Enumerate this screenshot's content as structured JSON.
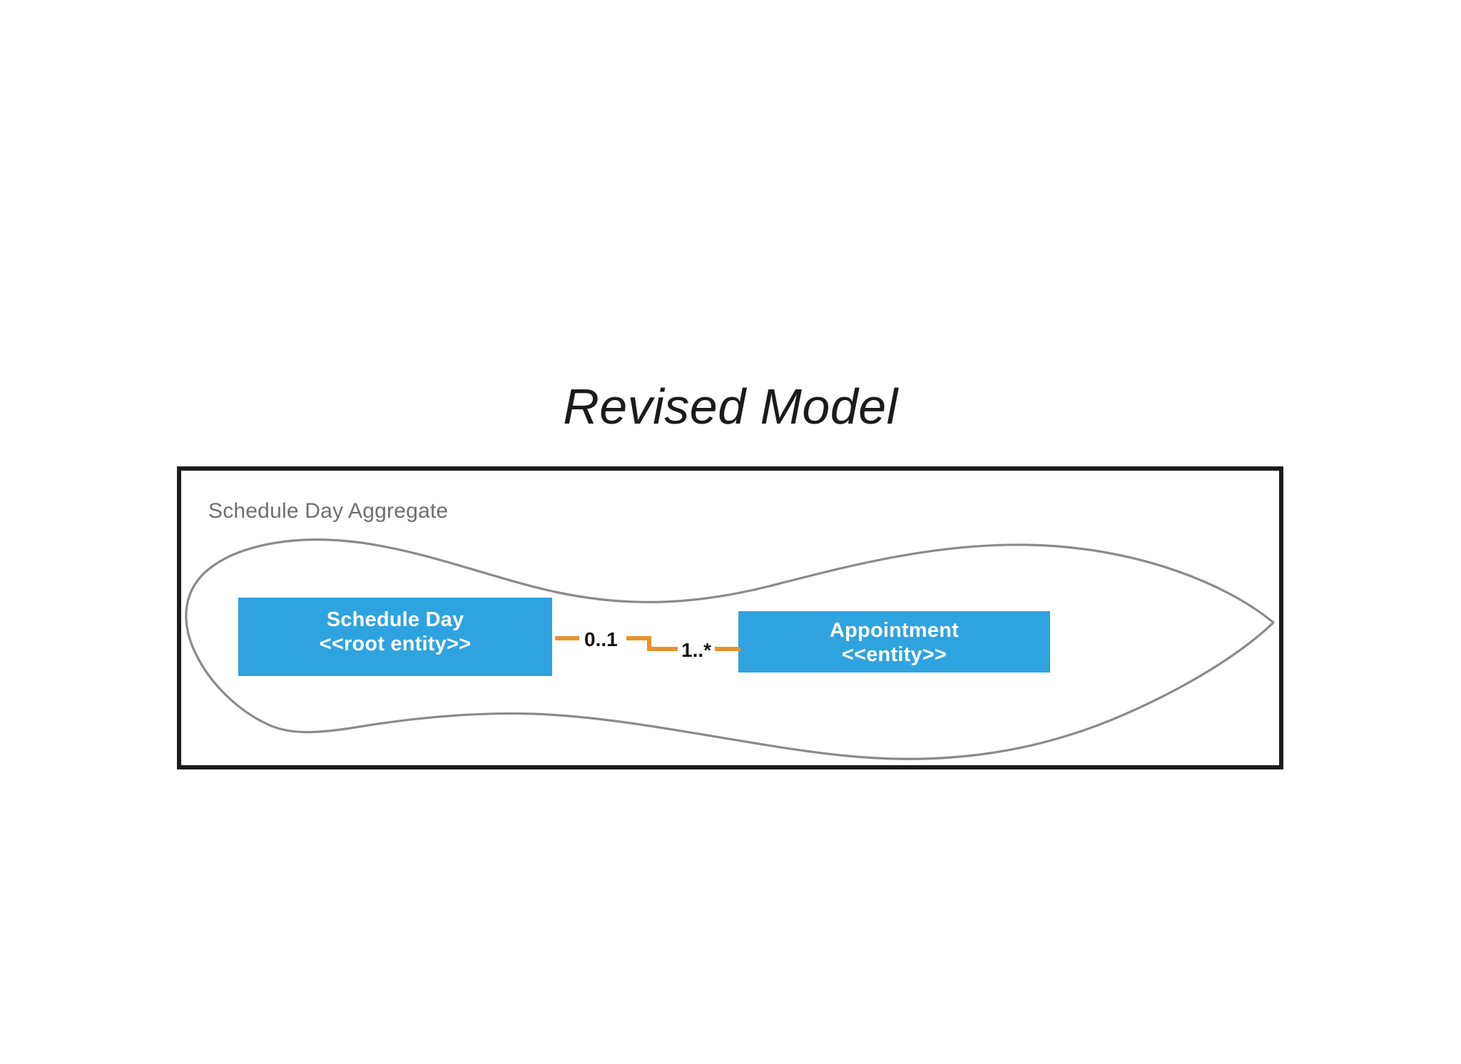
{
  "title": "Revised Model",
  "boundary": {
    "name": "schedule-day-context-frame",
    "border_color": "#1c1c1c"
  },
  "aggregate": {
    "label": "Schedule Day Aggregate",
    "label_color": "#6f6f6f",
    "outline_color": "#8a8a8a"
  },
  "entities": [
    {
      "id": "schedule-day",
      "name": "Schedule Day",
      "stereotype": "<<root entity>>",
      "fill": "#2FA3E0",
      "text_color": "#ffffff"
    },
    {
      "id": "appointment",
      "name": "Appointment",
      "stereotype": "<<entity>>",
      "fill": "#2FA3E0",
      "text_color": "#ffffff"
    }
  ],
  "association": {
    "name": "schedule-day-to-appointment",
    "line_color": "#E8922E",
    "source_multiplicity": "0..1",
    "target_multiplicity": "1..*"
  }
}
